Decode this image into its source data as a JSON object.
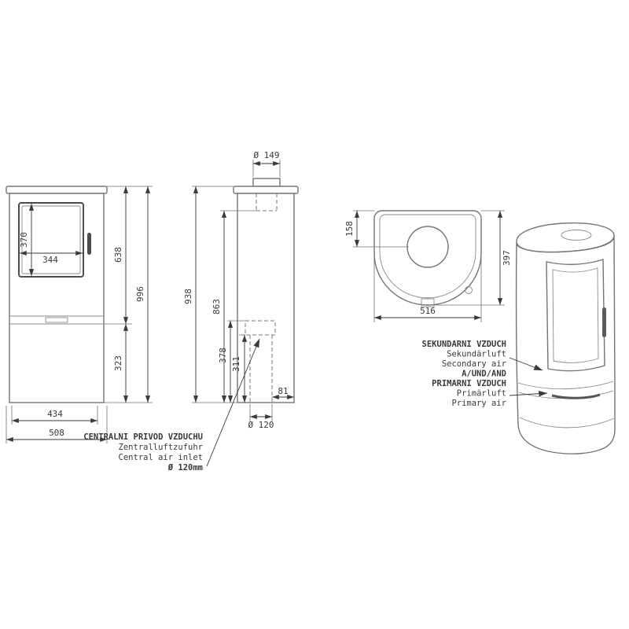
{
  "drawing": {
    "palette": {
      "line": "#757575",
      "dimension": "#3a3a3a",
      "glass_frame": "#4c4c4c",
      "background": "#ffffff"
    },
    "front": {
      "dim_glass_height": "370",
      "dim_glass_width": "344",
      "dim_upper_height": "638",
      "dim_total_height": "996",
      "dim_lower_height": "323",
      "dim_base_width": "434",
      "dim_total_width": "508"
    },
    "side": {
      "dim_flue_diameter": "Ø 149",
      "dim_height_1": "938",
      "dim_height_2": "863",
      "dim_inlet_top_height": "378",
      "dim_inlet_bottom_height": "311",
      "dim_rear_offset": "81",
      "dim_inlet_diameter": "Ø 120"
    },
    "top": {
      "dim_flue_center_offset": "158",
      "dim_depth": "397",
      "dim_width": "516"
    },
    "central_air_note": {
      "line1": "CENTRALNI PRIVOD VZDUCHU",
      "line2": "Zentralluftzufuhr",
      "line3": "Central air inlet",
      "line4": "Ø 120mm"
    },
    "air_note": {
      "line1": "SEKUNDARNI VZDUCH",
      "line2": "Sekundärluft",
      "line3": "Secondary air",
      "line4": "A/UND/AND",
      "line5": "PRIMARNI VZDUCH",
      "line6": "Primärluft",
      "line7": "Primary air"
    }
  }
}
